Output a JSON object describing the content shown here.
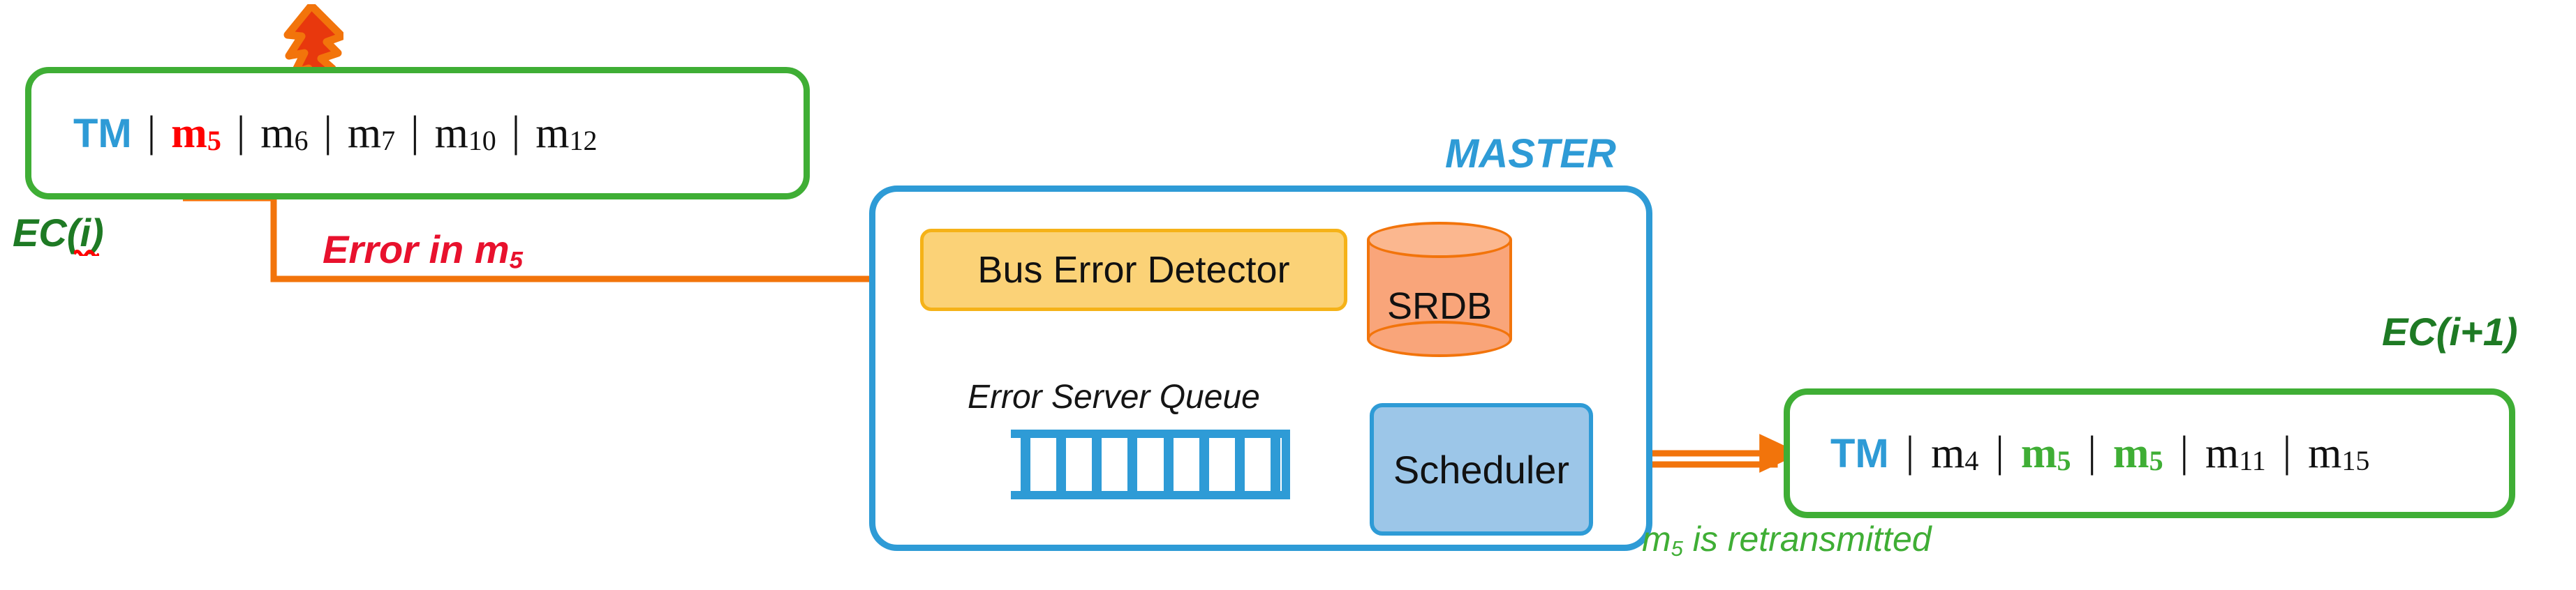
{
  "diagram": {
    "title_fragment_top": "",
    "colors": {
      "green": "#3FAE35",
      "dark_green": "#1E7A24",
      "blue": "#2E9BD6",
      "orange": "#F2740B",
      "yellow_fill": "#FBD277",
      "yellow_border": "#F5B218",
      "red": "#FF0000",
      "error_red": "#E8112D",
      "srdb_fill": "#F9A57A",
      "scheduler_fill": "#9CC6E8"
    }
  },
  "ec_i": {
    "label": "EC(i)",
    "slots": [
      {
        "text": "TM",
        "sub": "",
        "style": "tm"
      },
      {
        "text": "m",
        "sub": "5",
        "style": "err"
      },
      {
        "text": "m",
        "sub": "6",
        "style": ""
      },
      {
        "text": "m",
        "sub": "7",
        "style": ""
      },
      {
        "text": "m",
        "sub": "10",
        "style": ""
      },
      {
        "text": "m",
        "sub": "12",
        "style": ""
      }
    ],
    "separator": "|"
  },
  "ec_i1": {
    "label": "EC(i+1)",
    "slots": [
      {
        "text": "TM",
        "sub": "",
        "style": "tm"
      },
      {
        "text": "m",
        "sub": "4",
        "style": ""
      },
      {
        "text": "m",
        "sub": "5",
        "style": "ok"
      },
      {
        "text": "m",
        "sub": "5",
        "style": "ok"
      },
      {
        "text": "m",
        "sub": "11",
        "style": ""
      },
      {
        "text": "m",
        "sub": "15",
        "style": ""
      }
    ],
    "separator": "|",
    "caption": {
      "prefix": "m",
      "sub": "5",
      "suffix": " is retransmitted"
    }
  },
  "error_annotation": {
    "prefix": "Error in m",
    "sub": "5"
  },
  "master": {
    "label": "MASTER",
    "bus_error_detector": "Bus Error Detector",
    "srdb": "SRDB",
    "scheduler": "Scheduler",
    "queue_label": "Error Server Queue",
    "queue_slots": 8
  },
  "icons": {
    "lightning": "lightning-bolt-icon",
    "spellcheck": "red-squiggle-underline"
  }
}
